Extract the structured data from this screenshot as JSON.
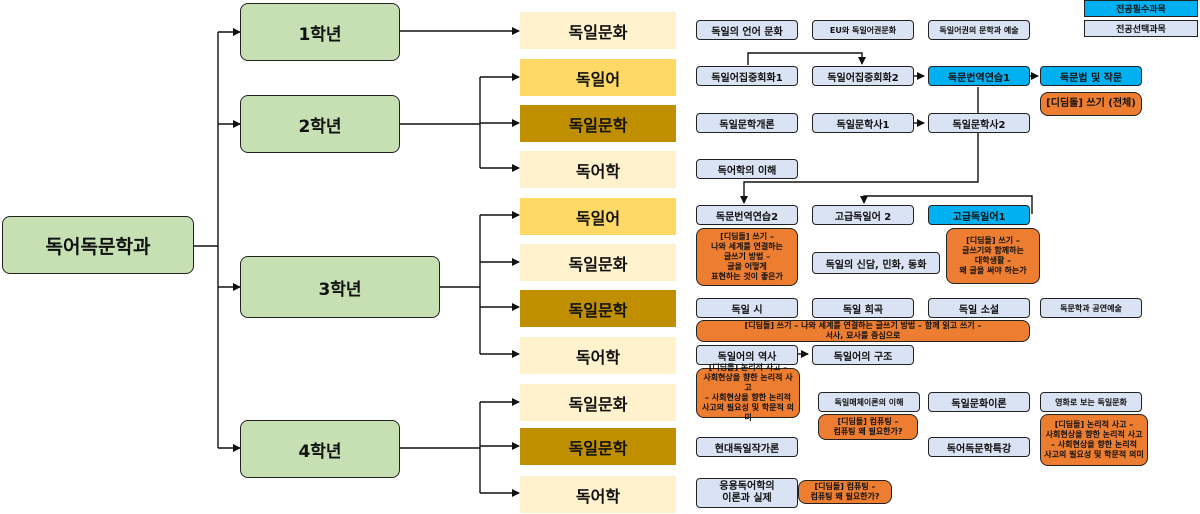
{
  "legend": {
    "required": "전공필수과목",
    "elective": "전공선택과목"
  },
  "colors": {
    "required": "#00b0f0",
    "elective": "#dae3f3",
    "digidol": "#ed7d31",
    "year": "#c6e0b4",
    "lit_light": "#fff2cc",
    "lang": "#ffd966",
    "lit_dark": "#bf8f00"
  },
  "root": "독어독문학과",
  "years": [
    "1학년",
    "2학년",
    "3학년",
    "4학년"
  ],
  "categories": {
    "y1_lit": "독일문화",
    "y2_lang": "독일어",
    "y2_lit": "독일문학",
    "y2_ling": "독어학",
    "y3_lang": "독일어",
    "y3_cul": "독일문화",
    "y3_lit": "독일문학",
    "y3_ling": "독어학",
    "y4_cul": "독일문화",
    "y4_lit": "독일문학",
    "y4_ling": "독어학"
  },
  "courses": {
    "c1_1": "독일의 언어 문화",
    "c1_2": "EU와 독일어권문화",
    "c1_3": "독일어권의 문학과 예술",
    "c2_1": "독일어집중회화1",
    "c2_2": "독일어집중회화2",
    "c2_3": "독문번역연습1",
    "c2_4": "독문법 및 작문",
    "c2_5": "독일문학개론",
    "c2_6": "독일문학사1",
    "c2_7": "독일문학사2",
    "c2_8": "독어학의 이해",
    "c3_1": "독문번역연습2",
    "c3_2": "고급독일어 2",
    "c3_3": "고급독일어1",
    "c3_4": "독일의 신담, 민화, 동화",
    "c3_5": "독일 시",
    "c3_6": "독일 희곡",
    "c3_7": "독일 소설",
    "c3_8": "독문학과 공연예술",
    "c3_9": "독일어의 역사",
    "c3_10": "독일어의 구조",
    "c4_1": "독일매체이론의 이해",
    "c4_2": "독일문화이론",
    "c4_3": "영화로 보는 독일문화",
    "c4_4": "현대독일작가론",
    "c4_5": "독어독문학특강",
    "c4_6": "응용독어학의\n이론과 실제"
  },
  "digidol": {
    "d2_1": "[디딤돌] 쓰기 (전체)",
    "d3_1": "[디딤돌] 쓰기 –\n나와 세계를 연결하는\n글쓰기 방법 –\n글을 어떻게\n표현하는 것이 좋은가",
    "d3_2": "[디딤돌] 쓰기 –\n글쓰기와 함께하는\n대학생활 –\n왜 글을 써야 하는가",
    "d3_3": "[디딤돌] 쓰기 – 나와 세계를 연결하는 글쓰기 방법 – 함께 읽고 쓰기 –\n서사, 묘사를 중심으로",
    "d3_4": "[디딤돌] 논리적 사고 –\n사회현상을 향한 논리적 사고\n– 사회현상을 향한 논리적\n사고의 필요성 및 학문적 의미",
    "d4_1": "[디딤돌] 컴퓨팅 –\n컴퓨팅 왜 필요한가?",
    "d4_2": "[디딤돌] 논리적 사고 –\n사회현상을 향한 논리적 사고\n– 사회현상을 향한 논리적\n사고의 필요성 및 학문적 의미",
    "d4_3": "[디딤돌] 컴퓨팅 –\n컴퓨팅 왜 필요한가?"
  }
}
